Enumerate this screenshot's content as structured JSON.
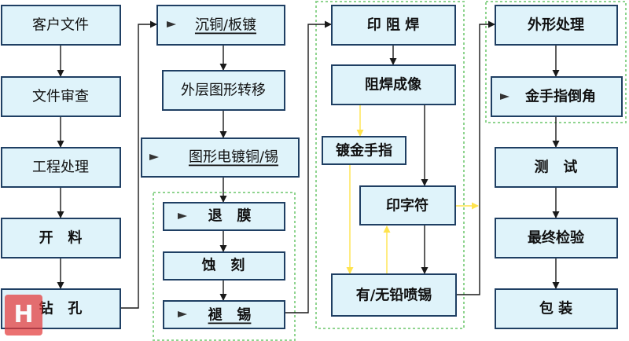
{
  "nodes": {
    "kehu": "客户文件",
    "shencha": "文件审查",
    "gongcheng": "工程处理",
    "kailiao": "开   料",
    "zuankong": "钻   孔",
    "chentong": "沉铜/板镀",
    "zhuanyi": "外层图形转移",
    "dianduo": "图形电镀铜/锡",
    "tuimo": "退   膜",
    "shike": "蚀   刻",
    "tuixi": "褪   锡",
    "yinzuhan": "印 阻 焊",
    "chengxiang": "阻焊成像",
    "dujin": "镀金手指",
    "yinzifu": "印字符",
    "penxi": "有/无铅喷锡",
    "waixing": "外形处理",
    "daojiao": "金手指倒角",
    "ceshi": "测   试",
    "jianyan": "最终检验",
    "baozhuang": "包 装"
  },
  "colors": {
    "box_fill": "#dff3fa",
    "box_border": "#1f3f63",
    "group_border": "#8fd48f",
    "arrow": "#1a1a1a",
    "optional_arrow": "#ffe34d",
    "logo": "#e43b3b"
  }
}
